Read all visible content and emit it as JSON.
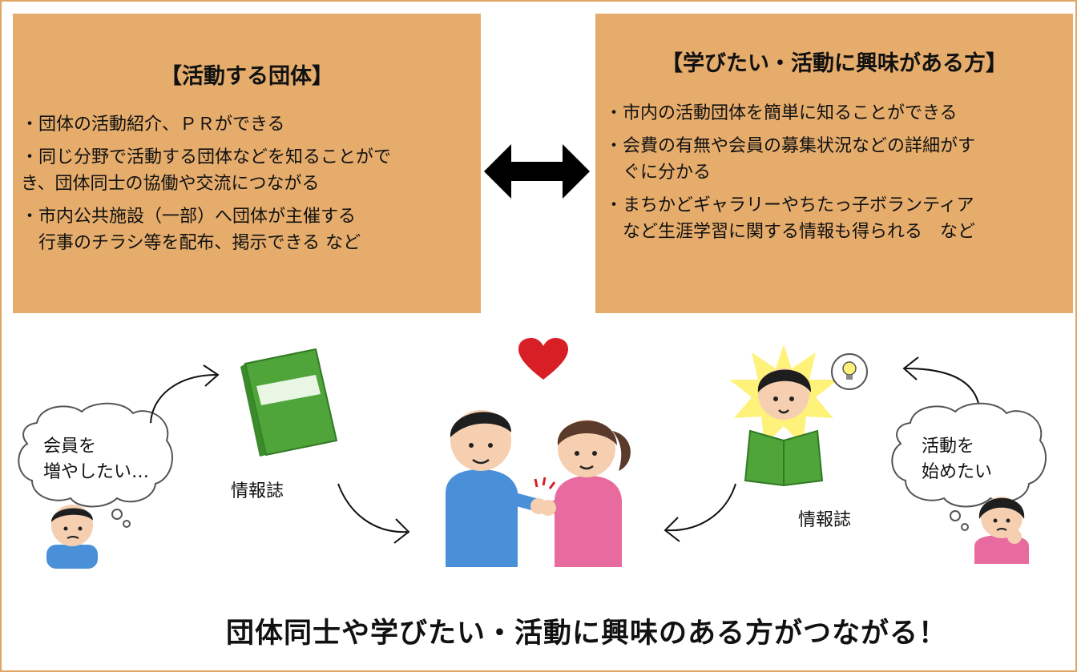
{
  "left_panel": {
    "title": "【活動する団体】",
    "bullets": [
      "・団体の活動紹介、ＰＲができる",
      "・同じ分野で活動する団体などを知ることがで\nき、団体同士の協働や交流につながる",
      "・市内公共施設（一部）へ団体が主催する\n　行事のチラシ等を配布、掲示できる など"
    ]
  },
  "right_panel": {
    "title": "【学びたい・活動に興味がある方】",
    "bullets": [
      "・市内の活動団体を簡単に知ることができる",
      "・会費の有無や会員の募集状況などの詳細がす\n　ぐに分かる",
      "・まちかどギャラリーやちたっ子ボランティア\n　など生涯学習に関する情報も得られる　など"
    ]
  },
  "illustration": {
    "left_bubble": "会員を\n増やしたい…",
    "right_bubble": "活動を\n始めたい",
    "left_book_label": "情報誌",
    "right_book_label": "情報誌"
  },
  "caption": "団体同士や学びたい・活動に興味のある方がつながる！",
  "colors": {
    "frame_border": "#e0a668",
    "panel_bg": "#e5ac6c",
    "book_green": "#4fa43a",
    "heart_red": "#d81f26"
  }
}
